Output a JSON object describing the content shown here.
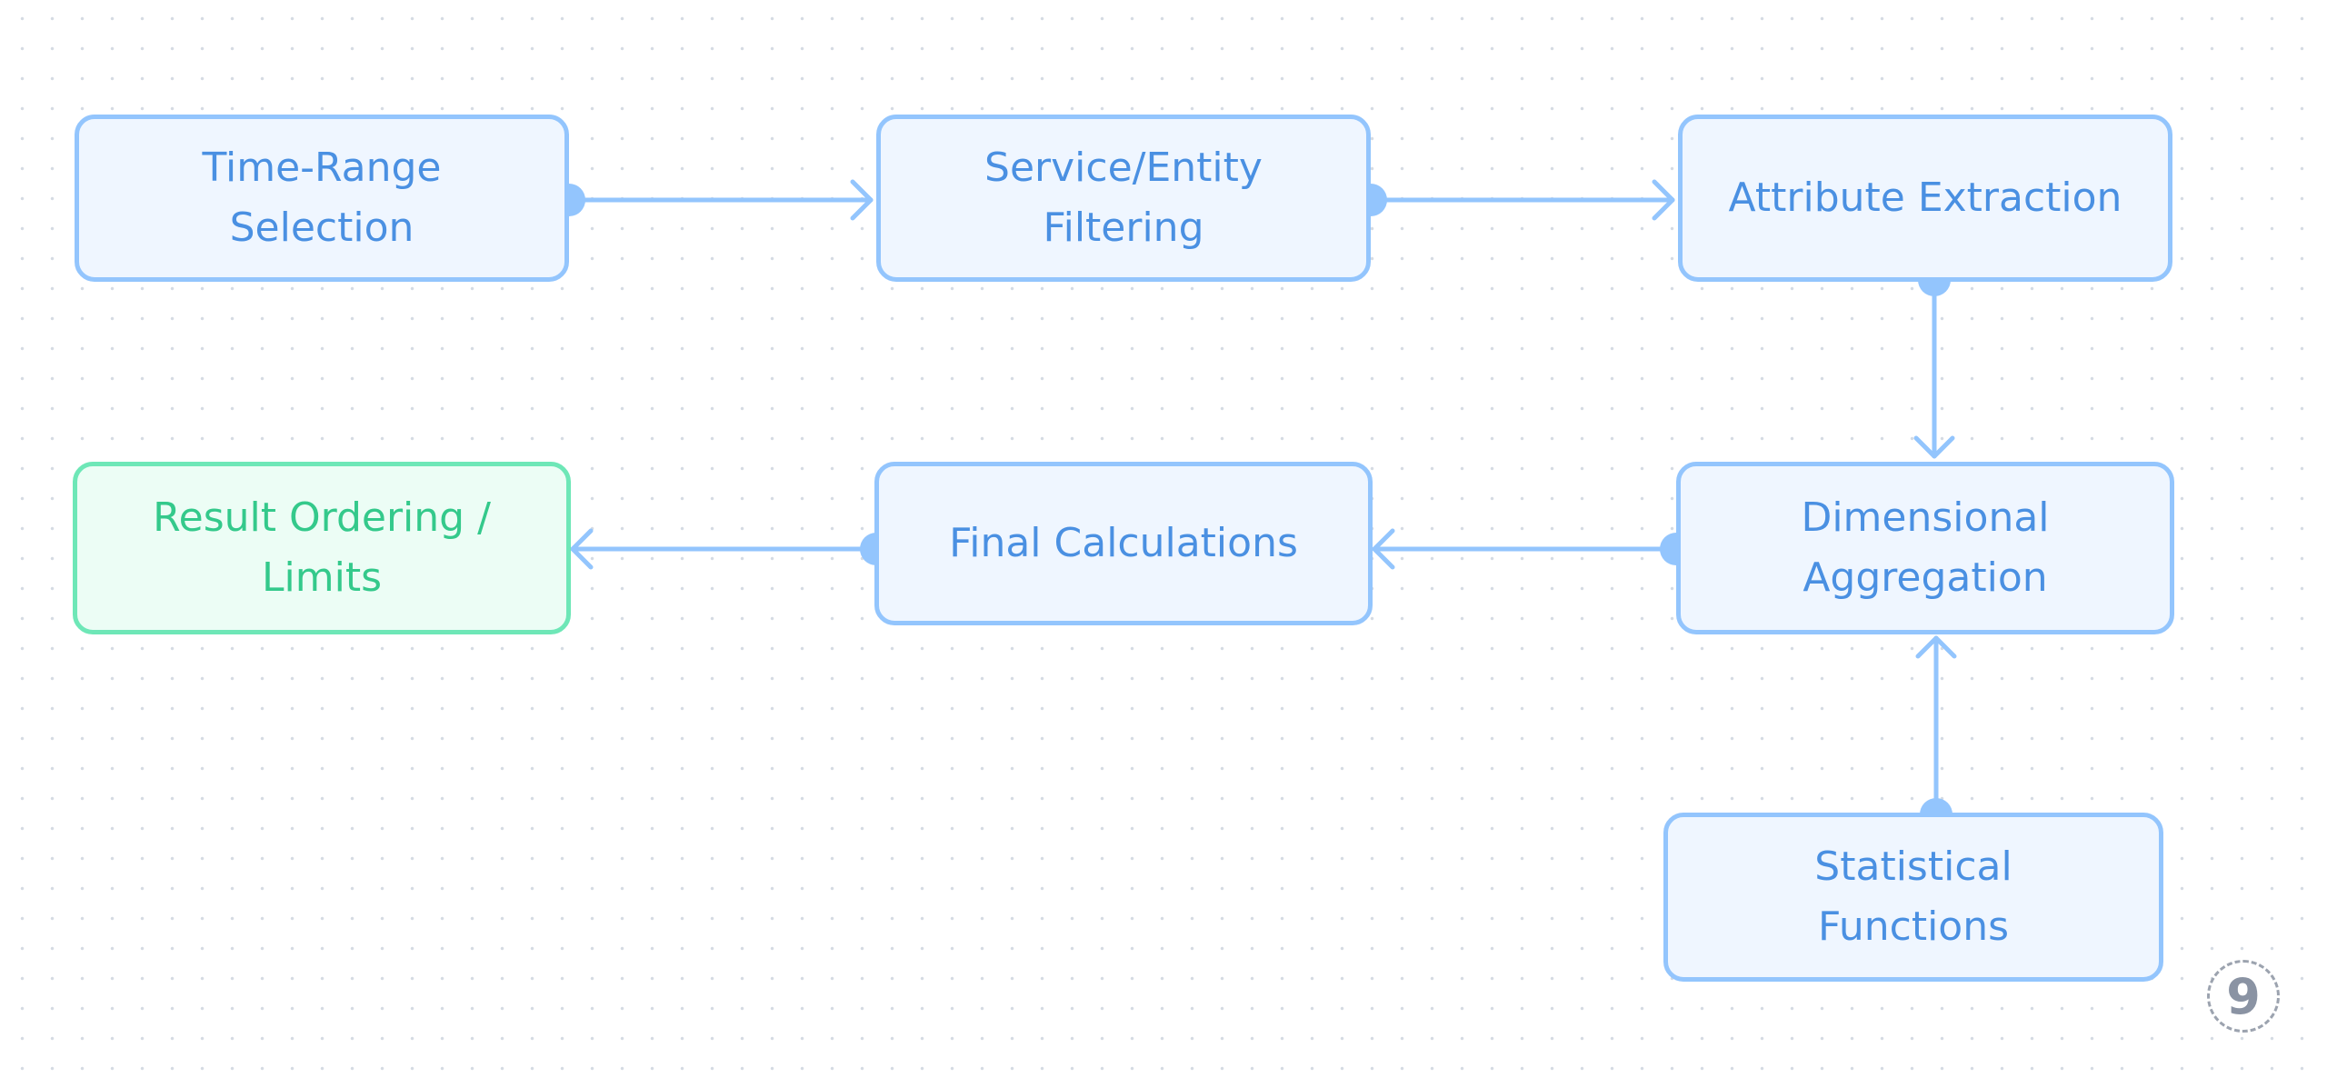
{
  "nodes": {
    "time_range": "Time-Range Selection",
    "service_filter": "Service/Entity Filtering",
    "attribute_extraction": "Attribute Extraction",
    "dimensional_aggregation": "Dimensional Aggregation",
    "final_calculations": "Final Calculations",
    "result_ordering": "Result Ordering / Limits",
    "statistical_functions": "Statistical Functions"
  },
  "badge": "9",
  "colors": {
    "edge": "#93c5fd",
    "node_border": "#93c5fd",
    "node_fill": "#eff6ff",
    "node_text": "#4a90e2",
    "final_border": "#6ee7b7",
    "final_fill": "#ecfdf5",
    "final_text": "#34c98b"
  }
}
